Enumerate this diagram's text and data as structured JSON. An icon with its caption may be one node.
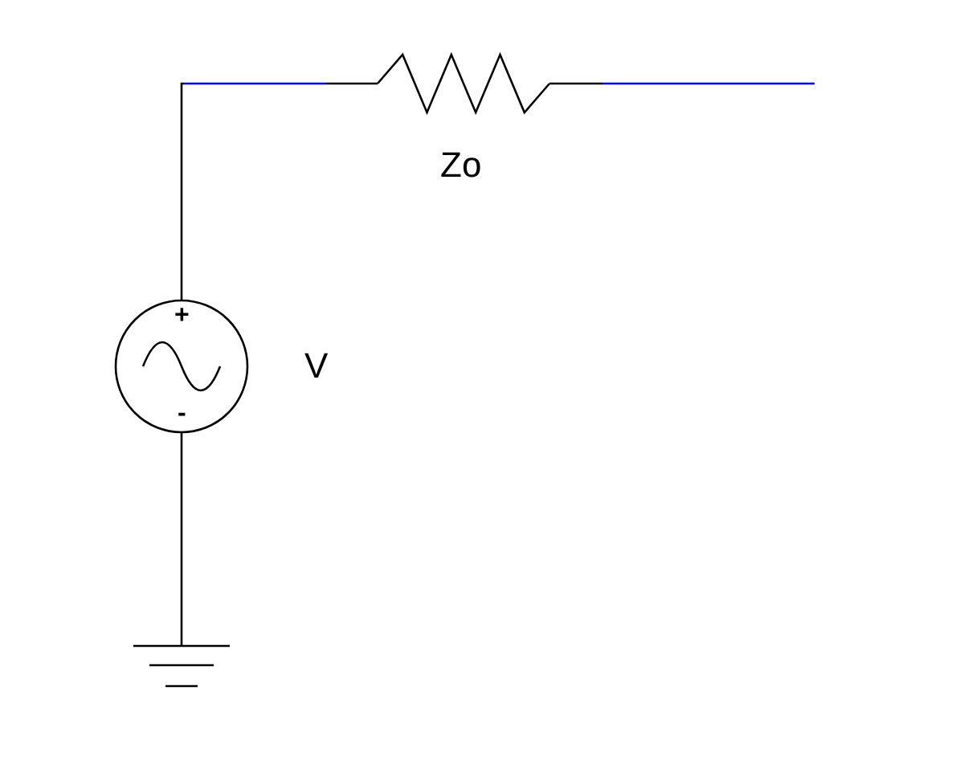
{
  "diagram": {
    "nodes": [
      {
        "text": [
          "+",
          "-"
        ],
        "beside": [
          "V"
        ]
      },
      {
        "text": [],
        "shape": "resistor",
        "beside": [
          "Zo"
        ]
      },
      {
        "text": [],
        "shape": "ground"
      }
    ],
    "edges": [
      {
        "from": 0,
        "to": 1,
        "arrow": "none"
      },
      {
        "from": 1,
        "to": null,
        "arrow": "none"
      },
      {
        "from": 0,
        "to": 2,
        "arrow": "none"
      }
    ]
  }
}
